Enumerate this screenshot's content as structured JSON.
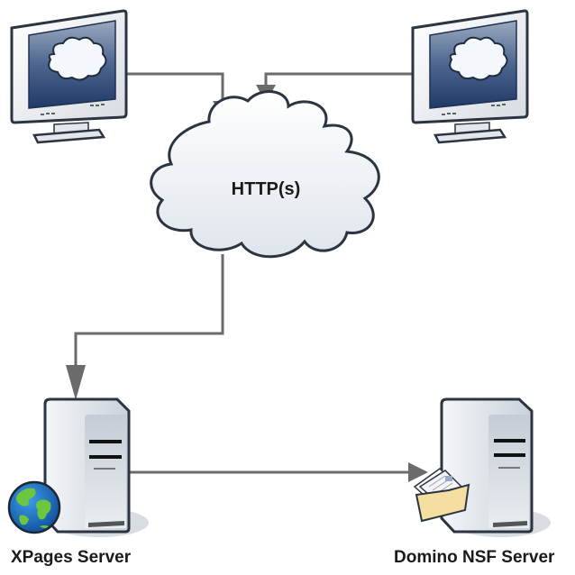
{
  "diagram": {
    "nodes": {
      "client_left": {
        "type": "monitor",
        "label": ""
      },
      "client_right": {
        "type": "monitor",
        "label": ""
      },
      "network": {
        "type": "cloud",
        "label": "HTTP(s)"
      },
      "xpages_server": {
        "type": "server",
        "badge": "globe",
        "label": "XPages Server"
      },
      "domino_server": {
        "type": "server",
        "badge": "folder",
        "label": "Domino NSF Server"
      }
    },
    "edges": [
      {
        "from": "client_left",
        "to": "network",
        "arrow": "end"
      },
      {
        "from": "client_right",
        "to": "network",
        "arrow": "end"
      },
      {
        "from": "network",
        "to": "xpages_server",
        "arrow": "end"
      },
      {
        "from": "xpages_server",
        "to": "domino_server",
        "arrow": "end"
      }
    ],
    "colors": {
      "connector": "#6b6b6b",
      "outline": "#2b3440",
      "screen": "#2f4c78",
      "cloud_fill": "#eef2f7",
      "server_body": "#dde3ea",
      "folder": "#f5dfa0",
      "globe_ocean": "#1e6fc2",
      "globe_land": "#5fbe3a"
    }
  }
}
